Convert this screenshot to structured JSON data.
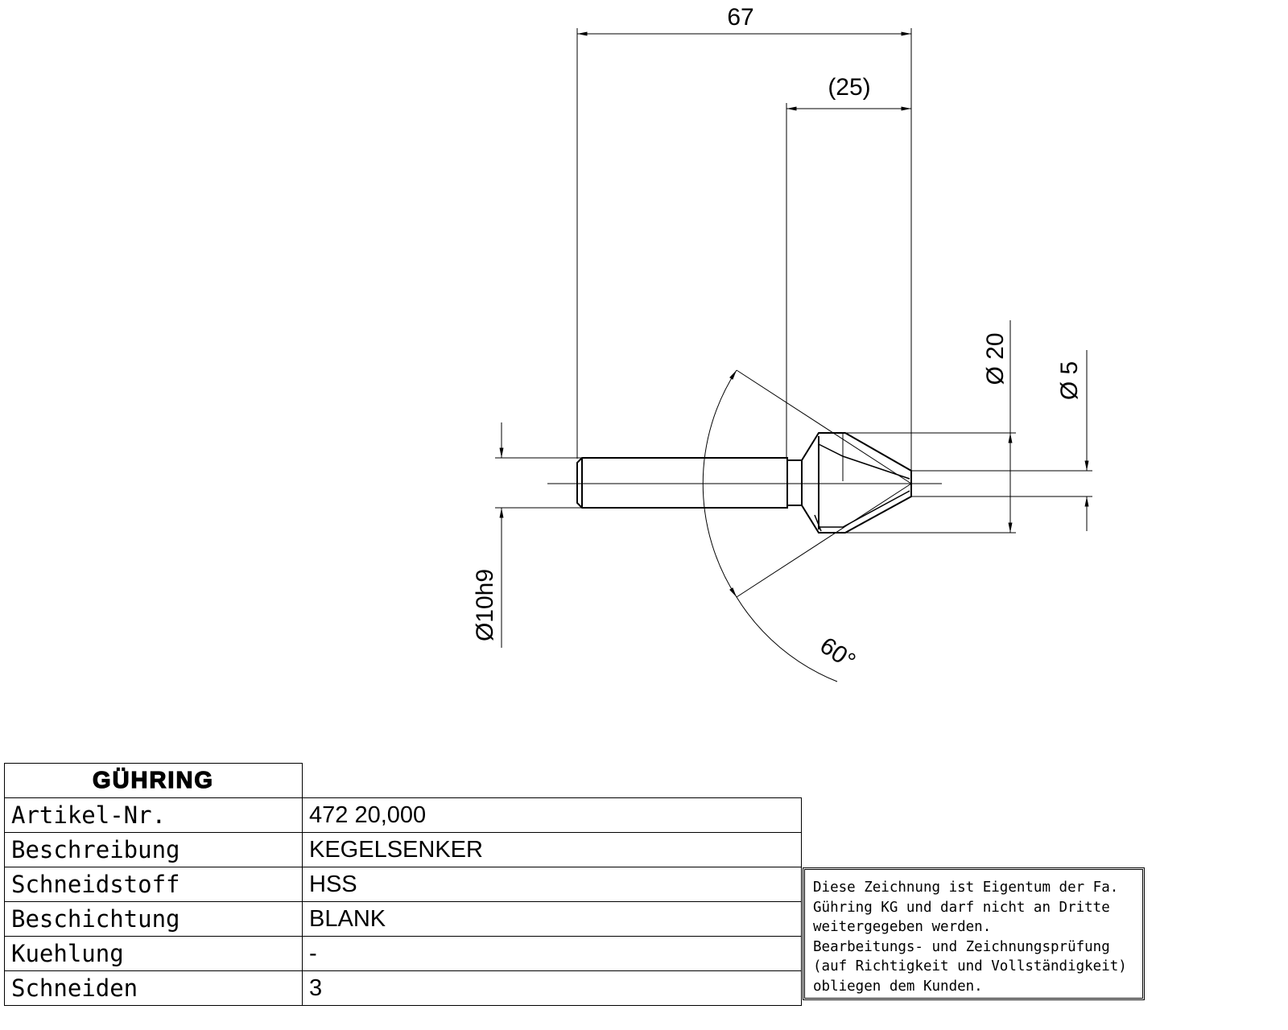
{
  "drawing": {
    "dimensions": {
      "overall_length": "67",
      "head_length": "(25)",
      "head_diameter": "Ø 20",
      "tip_diameter": "Ø 5",
      "shank_diameter": "Ø10h9",
      "angle": "60°"
    }
  },
  "title_block": {
    "logo": "GÜHRING",
    "rows": [
      {
        "label": "Artikel-Nr.",
        "value": "472 20,000"
      },
      {
        "label": "Beschreibung",
        "value": "KEGELSENKER"
      },
      {
        "label": "Schneidstoff",
        "value": "HSS"
      },
      {
        "label": "Beschichtung",
        "value": "BLANK"
      },
      {
        "label": "Kuehlung",
        "value": "-"
      },
      {
        "label": "Schneiden",
        "value": "3"
      }
    ]
  },
  "note": "Diese Zeichnung ist Eigentum der Fa.\nGühring KG und darf nicht an Dritte\nweitergegeben werden.\nBearbeitungs- und Zeichnungsprüfung\n(auf Richtigkeit und Vollständigkeit)\nobliegen dem Kunden."
}
